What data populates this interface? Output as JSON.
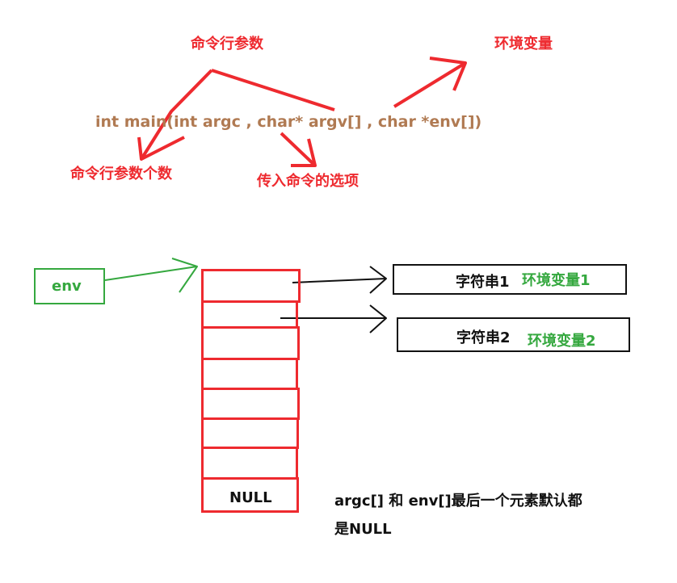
{
  "colors": {
    "red": "#ee2a2f",
    "signature": "#b07a52",
    "green": "#35a83f",
    "black": "#111111"
  },
  "labels": {
    "cmd_args": "命令行参数",
    "env_vars": "环境变量",
    "signature": "int main(int argc , char* argv[] , char *env[])",
    "argc_count": "命令行参数个数",
    "passed_options": "传入命令的选项"
  },
  "memory": {
    "env_label": "env",
    "null_cell": "NULL",
    "strings": [
      {
        "name": "字符串1",
        "value": "环境变量1"
      },
      {
        "name": "字符串2",
        "value": "环境变量2"
      }
    ],
    "note_line1": "argc[] 和 env[]最后一个元素默认都",
    "note_line2": "是NULL"
  }
}
